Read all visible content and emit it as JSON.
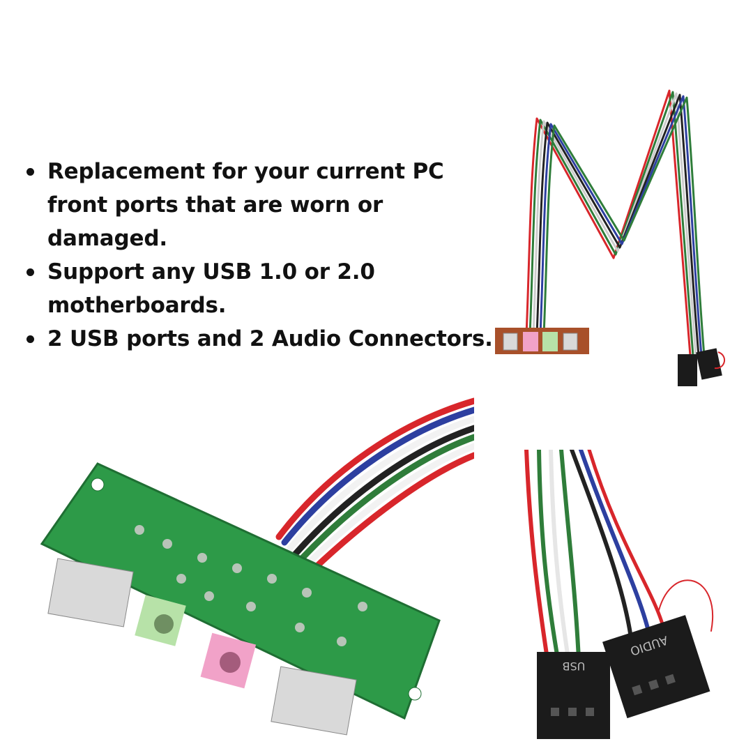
{
  "features": [
    "Replacement for your current PC front ports that are worn or damaged.",
    "Support any USB 1.0 or 2.0 motherboards.",
    "2 USB ports and 2 Audio Connectors."
  ],
  "connector_labels": {
    "usb": "USB",
    "audio": "AUDIO"
  },
  "colors": {
    "wire_red": "#d8262b",
    "wire_green": "#2f7d3a",
    "wire_white": "#f2f2f2",
    "wire_black": "#222222",
    "wire_blue": "#2d3fa0",
    "pcb_green": "#2d9a48",
    "pcb_brown": "#a8502a",
    "jack_green": "#b7e2a8",
    "jack_pink": "#f1a2c8",
    "connector_black": "#1b1b1b"
  }
}
